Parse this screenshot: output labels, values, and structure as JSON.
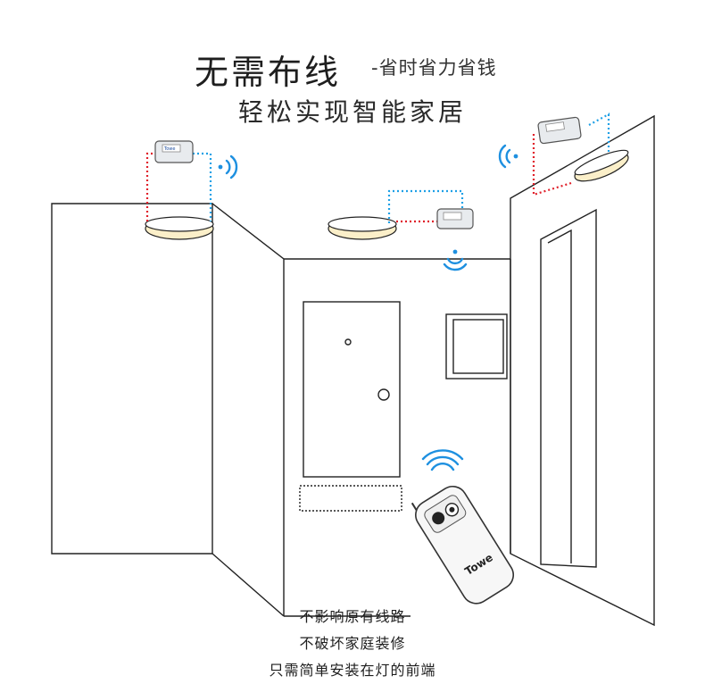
{
  "headline": {
    "main": "无需布线",
    "tagline": "-省时省力省钱",
    "subtitle": "轻松实现智能家居"
  },
  "remote": {
    "brand": "Towe"
  },
  "module": {
    "brand": "Towe"
  },
  "features": [
    "不影响原有线路",
    "不破坏家庭装修",
    "只需简单安装在灯的前端"
  ],
  "colors": {
    "wire_live": "#e0202a",
    "wire_signal": "#1ea0e6",
    "signal_wave": "#1e90e0",
    "light_glow": "#fbefc9",
    "line": "#222222"
  }
}
